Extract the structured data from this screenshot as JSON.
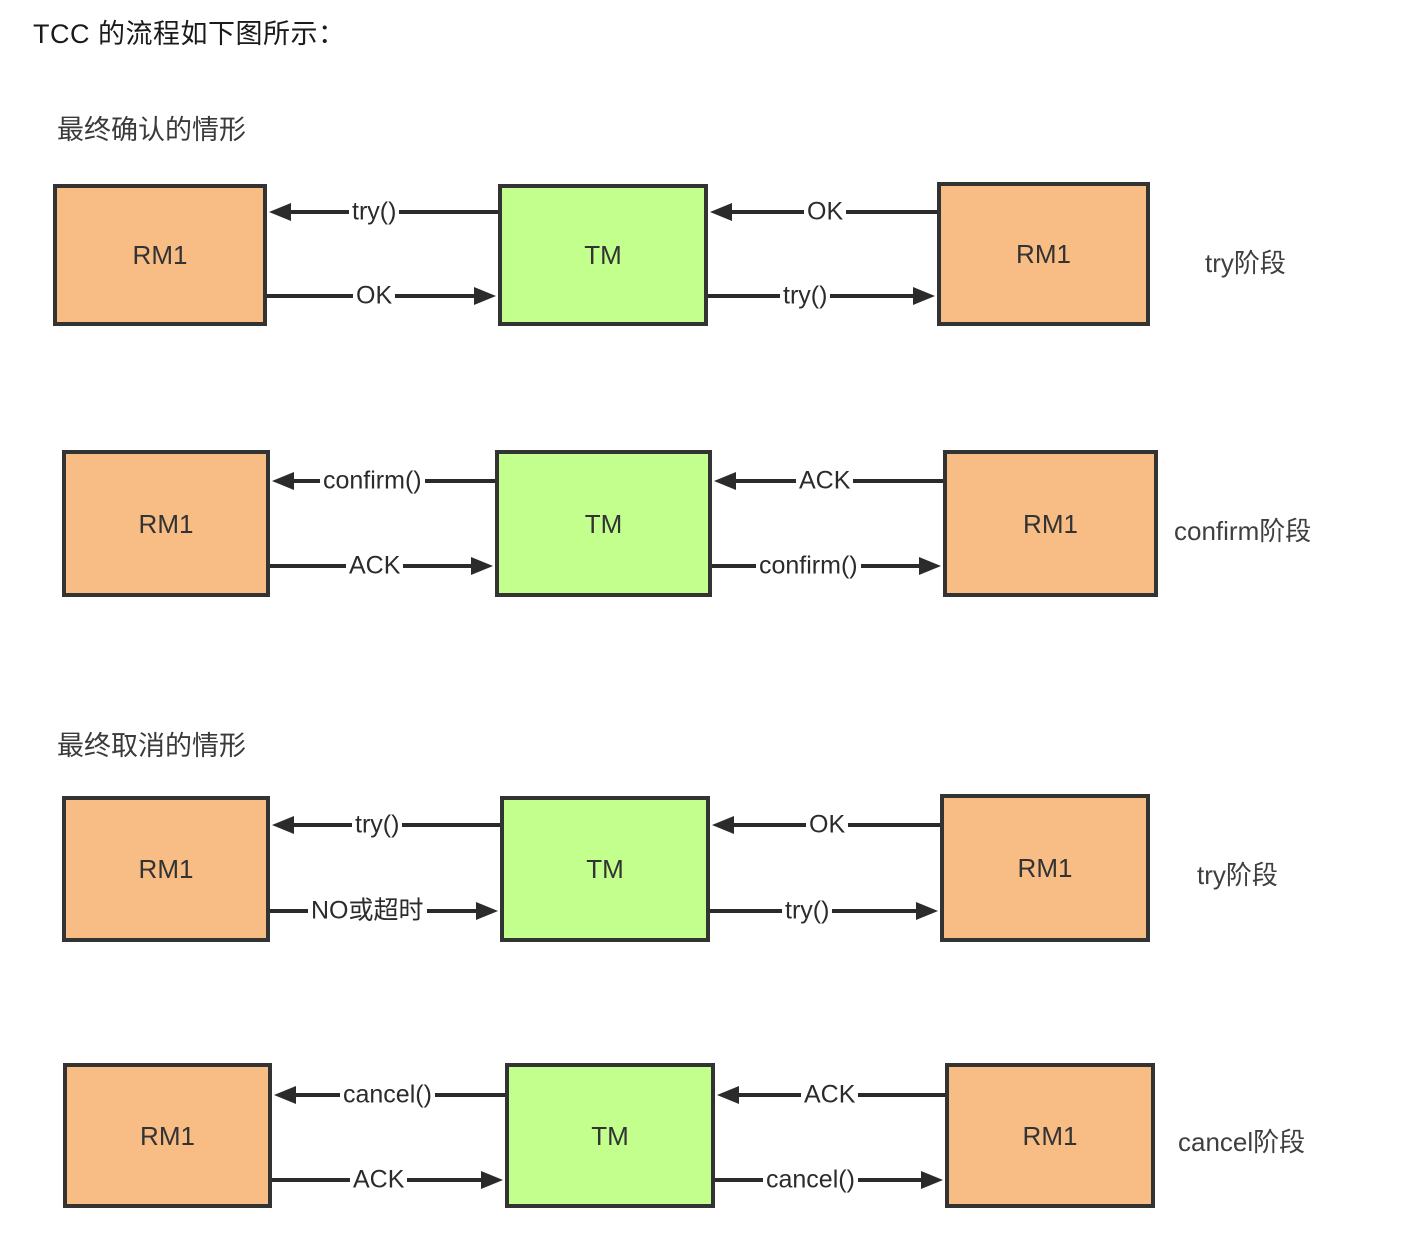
{
  "page": {
    "title": "TCC 的流程如下图所示："
  },
  "colors": {
    "rm_fill": "#f8bc85",
    "tm_fill": "#c2ff8c",
    "border": "#333333",
    "arrow": "#2b2b2b",
    "text": "#333333"
  },
  "sections": [
    {
      "id": "confirm-scenario",
      "heading": "最终确认的情形"
    },
    {
      "id": "cancel-scenario",
      "heading": "最终取消的情形"
    }
  ],
  "rows": [
    {
      "id": "try-phase-confirm",
      "stage_label": "try阶段",
      "left_node": "RM1",
      "center_node": "TM",
      "right_node": "RM1",
      "arrows": {
        "tm_to_left": "try()",
        "left_to_tm": "OK",
        "right_to_tm": "OK",
        "tm_to_right": "try()"
      }
    },
    {
      "id": "confirm-phase",
      "stage_label": "confirm阶段",
      "left_node": "RM1",
      "center_node": "TM",
      "right_node": "RM1",
      "arrows": {
        "tm_to_left": "confirm()",
        "left_to_tm": "ACK",
        "right_to_tm": "ACK",
        "tm_to_right": "confirm()"
      }
    },
    {
      "id": "try-phase-cancel",
      "stage_label": "try阶段",
      "left_node": "RM1",
      "center_node": "TM",
      "right_node": "RM1",
      "arrows": {
        "tm_to_left": "try()",
        "left_to_tm": "NO或超时",
        "right_to_tm": "OK",
        "tm_to_right": "try()"
      }
    },
    {
      "id": "cancel-phase",
      "stage_label": "cancel阶段",
      "left_node": "RM1",
      "center_node": "TM",
      "right_node": "RM1",
      "arrows": {
        "tm_to_left": "cancel()",
        "left_to_tm": "ACK",
        "right_to_tm": "ACK",
        "tm_to_right": "cancel()"
      }
    }
  ]
}
